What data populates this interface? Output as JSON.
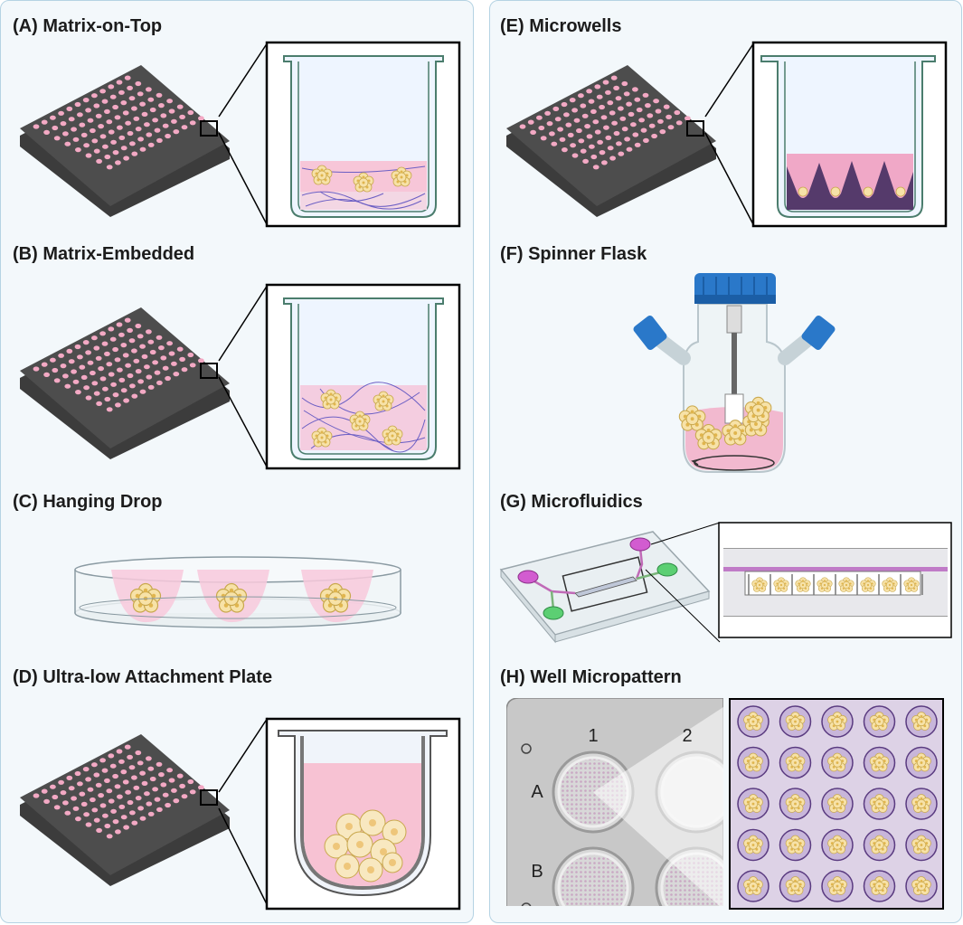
{
  "panels": {
    "a": {
      "label": "(A) Matrix-on-Top",
      "plate_icon": "well-plate-96-icon",
      "inset": "matrix-on-top-well"
    },
    "b": {
      "label": "(B) Matrix-Embedded",
      "plate_icon": "well-plate-96-icon",
      "inset": "matrix-embedded-well"
    },
    "c": {
      "label": "(C) Hanging Drop",
      "illustration": "petri-dish-hanging-drops"
    },
    "d": {
      "label": "(D) Ultra-low Attachment Plate",
      "plate_icon": "well-plate-96-icon",
      "inset": "ultra-low-attachment-well"
    },
    "e": {
      "label": "(E) Microwells",
      "plate_icon": "well-plate-96-icon",
      "inset": "microwell-well"
    },
    "f": {
      "label": "(F) Spinner Flask",
      "illustration": "spinner-flask"
    },
    "g": {
      "label": "(G) Microfluidics",
      "illustration": "microfluidic-chip"
    },
    "h": {
      "label": "(H) Well Micropattern",
      "plate_numbers": [
        "1",
        "2"
      ],
      "plate_rows": [
        "A",
        "B"
      ],
      "inset": "micropattern-grid"
    }
  },
  "colors": {
    "panel_bg": "#f3f8fb",
    "panel_border": "#b5d3e3",
    "plate": "#4a4a4a",
    "well_pink": "#f3a9c4",
    "medium_pink": "#f5c3d3",
    "spheroid": "#f5dfa0",
    "matrix_blue": "#6b6cc4",
    "microwell_purple": "#553a6b",
    "flask_cap": "#2a78c9",
    "chip_magenta": "#d25cd0",
    "chip_green": "#5ccf73",
    "micropattern_bg": "#dcd2e8"
  }
}
